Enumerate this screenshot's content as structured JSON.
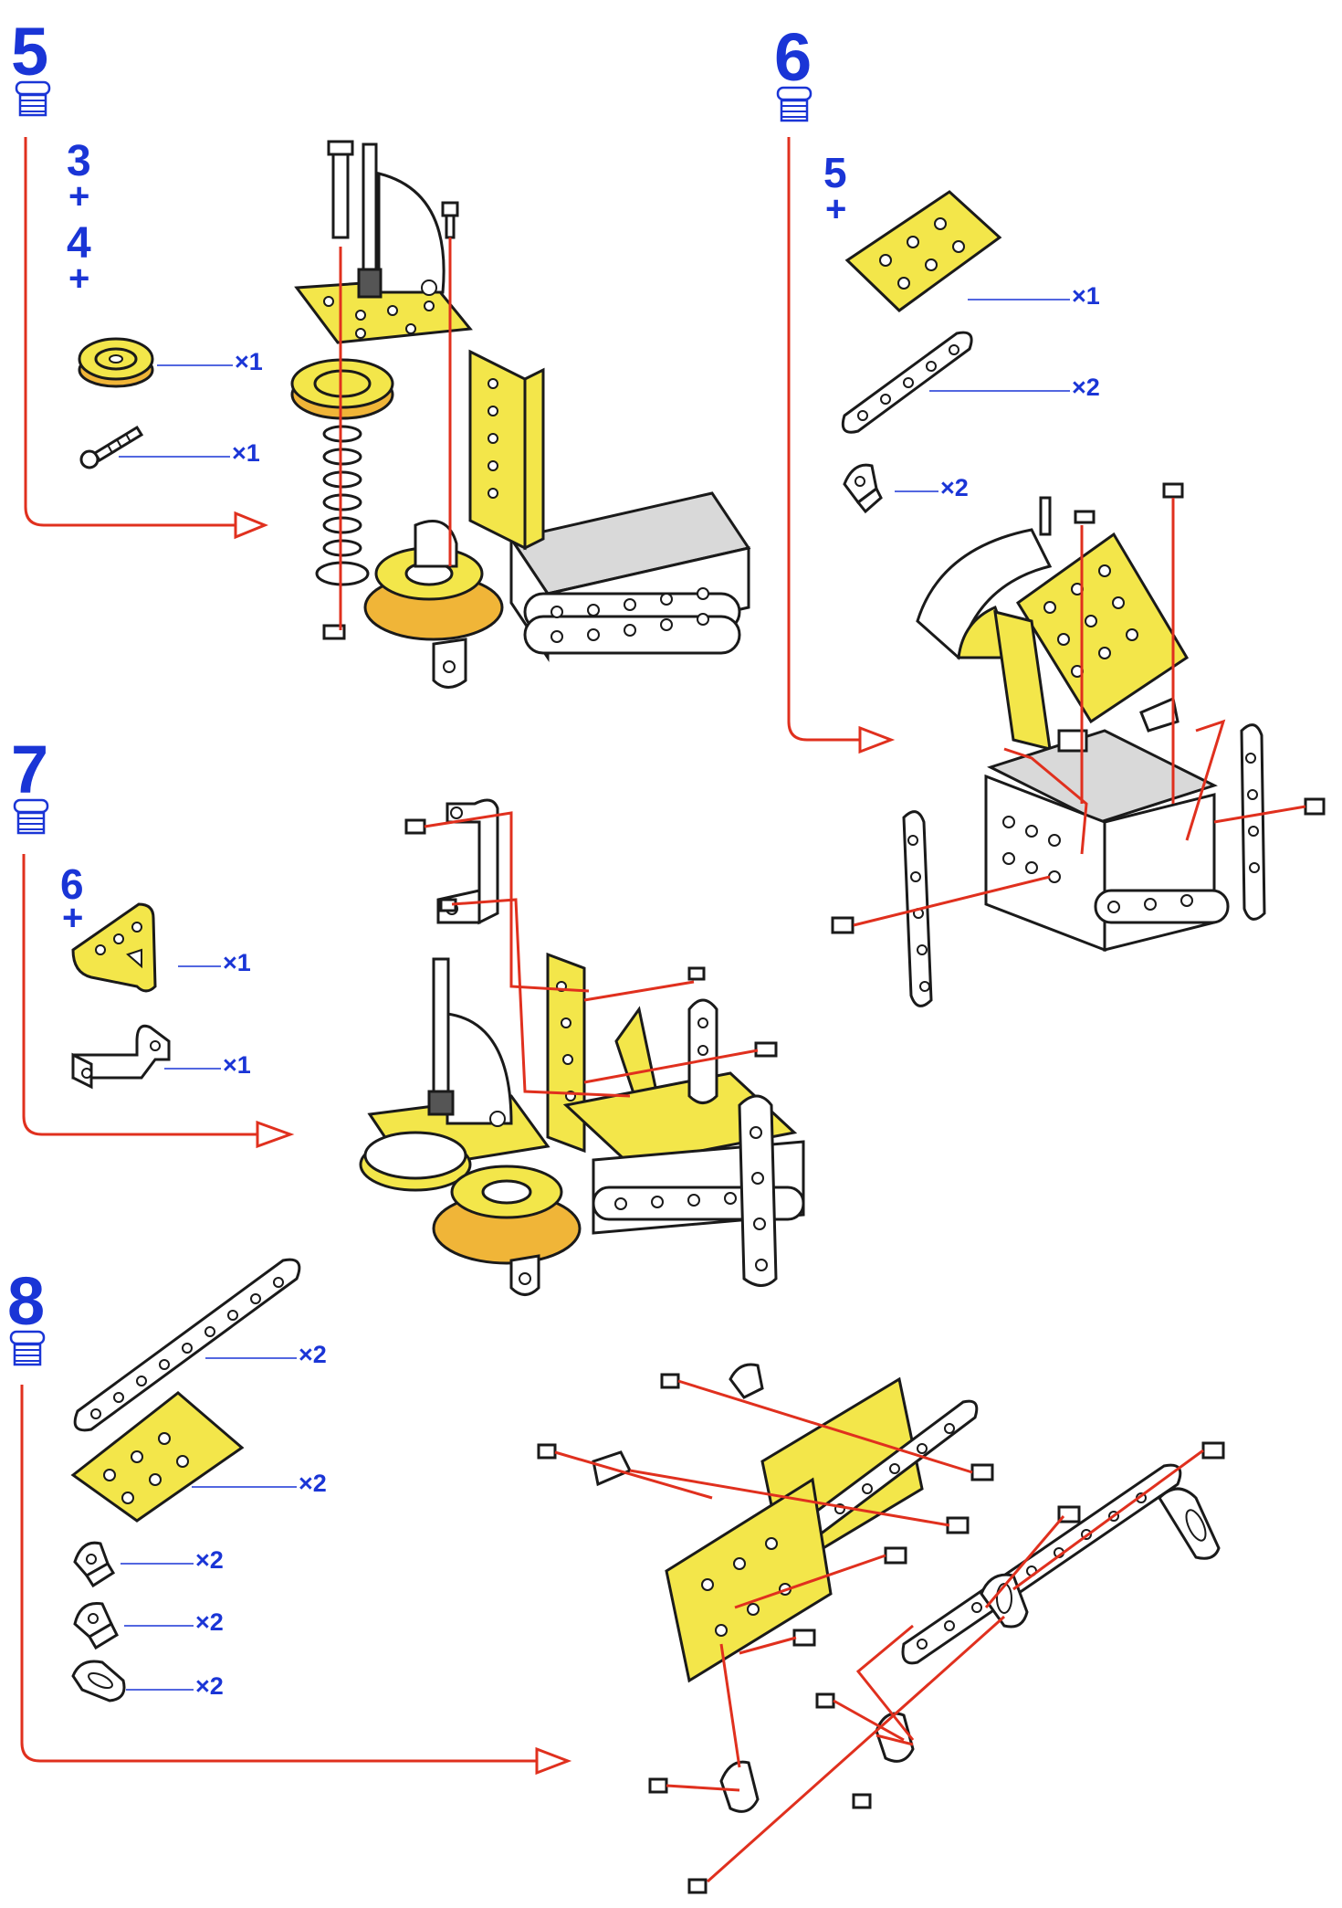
{
  "colors": {
    "accent_blue": "#1a35d6",
    "flow_red": "#e0301e",
    "part_yellow": "#f3e64a",
    "part_orange": "#f0b538"
  },
  "steps": [
    {
      "number": "5",
      "prereq": [
        "3",
        "+",
        "4",
        "+"
      ],
      "parts": [
        {
          "icon": "pulley-wheel-icon",
          "qty": "×1"
        },
        {
          "icon": "long-bolt-icon",
          "qty": "×1"
        }
      ]
    },
    {
      "number": "6",
      "prereq": [
        "5",
        "+"
      ],
      "parts": [
        {
          "icon": "flat-plate-icon",
          "qty": "×1"
        },
        {
          "icon": "short-strip-icon",
          "qty": "×2"
        },
        {
          "icon": "angle-bracket-icon",
          "qty": "×2"
        }
      ]
    },
    {
      "number": "7",
      "prereq": [
        "6",
        "+"
      ],
      "parts": [
        {
          "icon": "triangle-plate-icon",
          "qty": "×1"
        },
        {
          "icon": "double-bracket-icon",
          "qty": "×1"
        }
      ]
    },
    {
      "number": "8",
      "prereq": [],
      "parts": [
        {
          "icon": "long-strip-icon",
          "qty": "×2"
        },
        {
          "icon": "flat-plate-icon",
          "qty": "×2"
        },
        {
          "icon": "angle-bracket-icon",
          "qty": "×2"
        },
        {
          "icon": "angle-bracket-icon",
          "qty": "×2"
        },
        {
          "icon": "slotted-bracket-icon",
          "qty": "×2"
        }
      ]
    }
  ]
}
